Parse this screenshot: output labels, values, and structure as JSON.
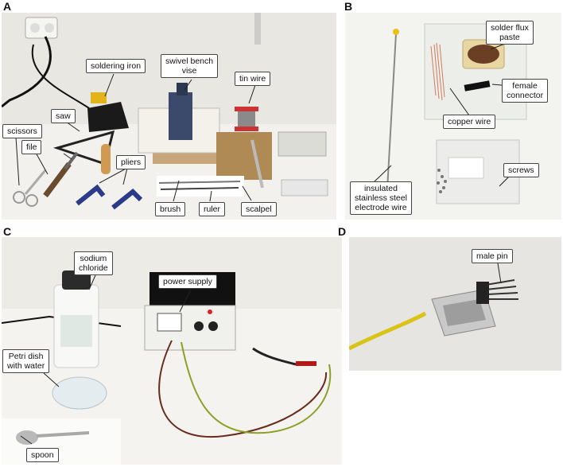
{
  "panels": [
    {
      "letter": "A"
    },
    {
      "letter": "B"
    },
    {
      "letter": "C"
    },
    {
      "letter": "D"
    }
  ],
  "labels": {
    "soldering_iron": "soldering iron",
    "swivel_vise": "swivel bench\nvise",
    "tin_wire": "tin wire",
    "saw": "saw",
    "scissors": "scissors",
    "file": "file",
    "pliers": "pliers",
    "brush": "brush",
    "ruler": "ruler",
    "scalpel": "scalpel",
    "solder_flux": "solder flux\npaste",
    "female_connector": "female\nconnector",
    "copper_wire": "copper wire",
    "screws": "screws",
    "insulated_wire": "insulated\nstainless steel\nelectrode wire",
    "sodium_chloride": "sodium\nchloride",
    "power_supply": "power supply",
    "petri_dish": "Petri dish\nwith water",
    "spoon": "spoon",
    "male_pin": "male pin"
  }
}
